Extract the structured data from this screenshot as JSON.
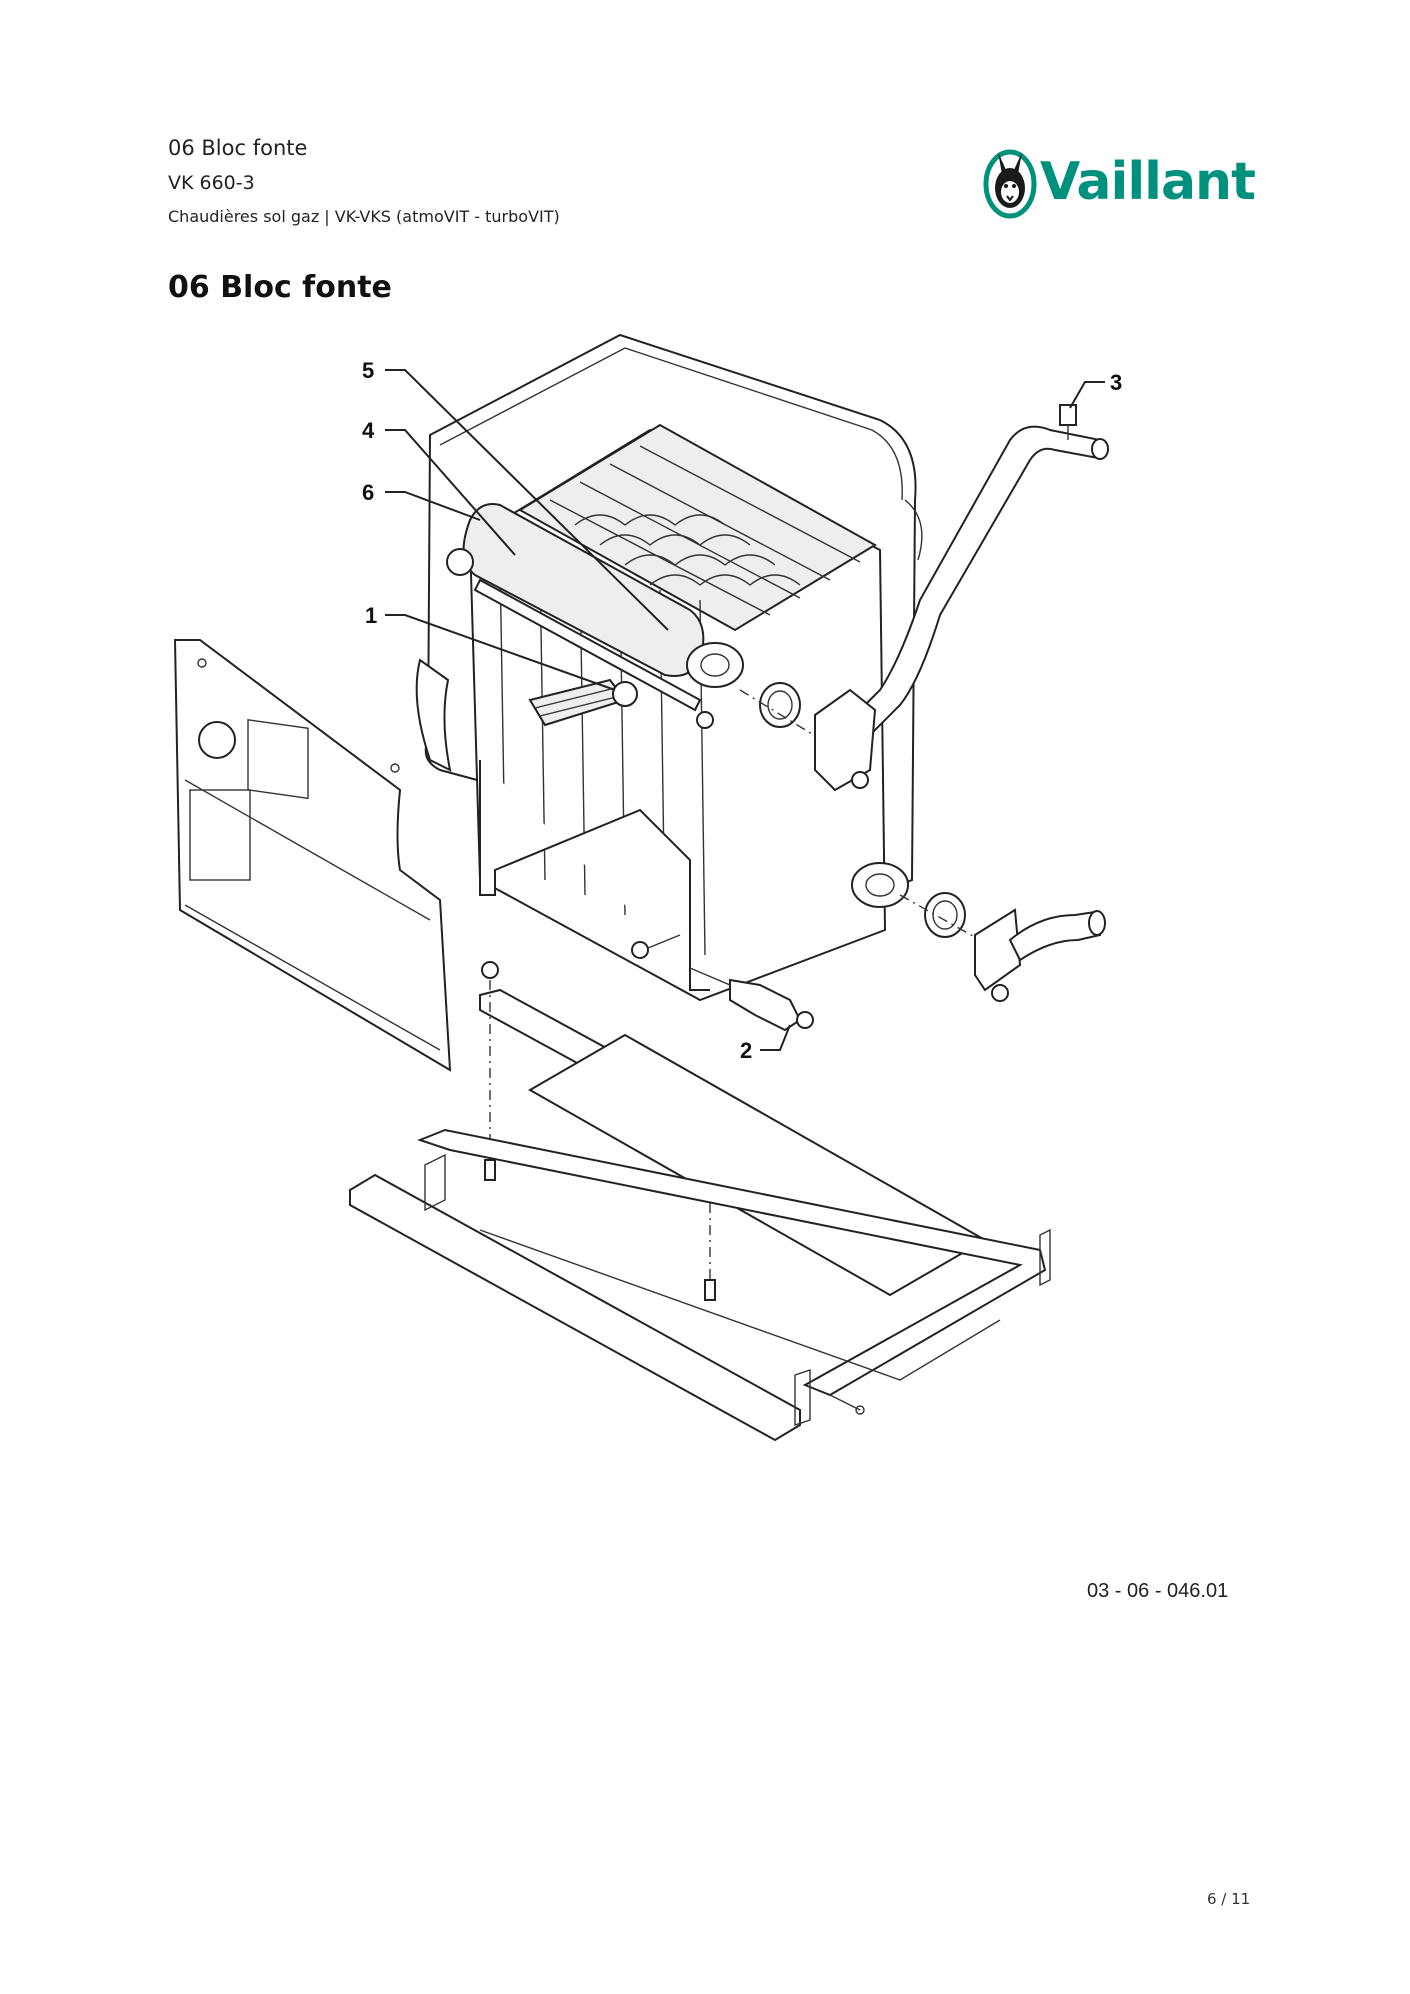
{
  "header": {
    "title": "06 Bloc fonte",
    "model": "VK 660-3",
    "subtitle": "Chaudières sol gaz | VK-VKS (atmoVIT - turboVIT)"
  },
  "brand": {
    "name": "Vaillant",
    "color": "#00917e",
    "icon": "hare-logo-icon"
  },
  "section_title": "06 Bloc fonte",
  "diagram": {
    "callouts": [
      "1",
      "2",
      "3",
      "4",
      "5",
      "6"
    ],
    "reference": "03 - 06 - 046.01"
  },
  "footer": {
    "page": "6 / 11"
  }
}
